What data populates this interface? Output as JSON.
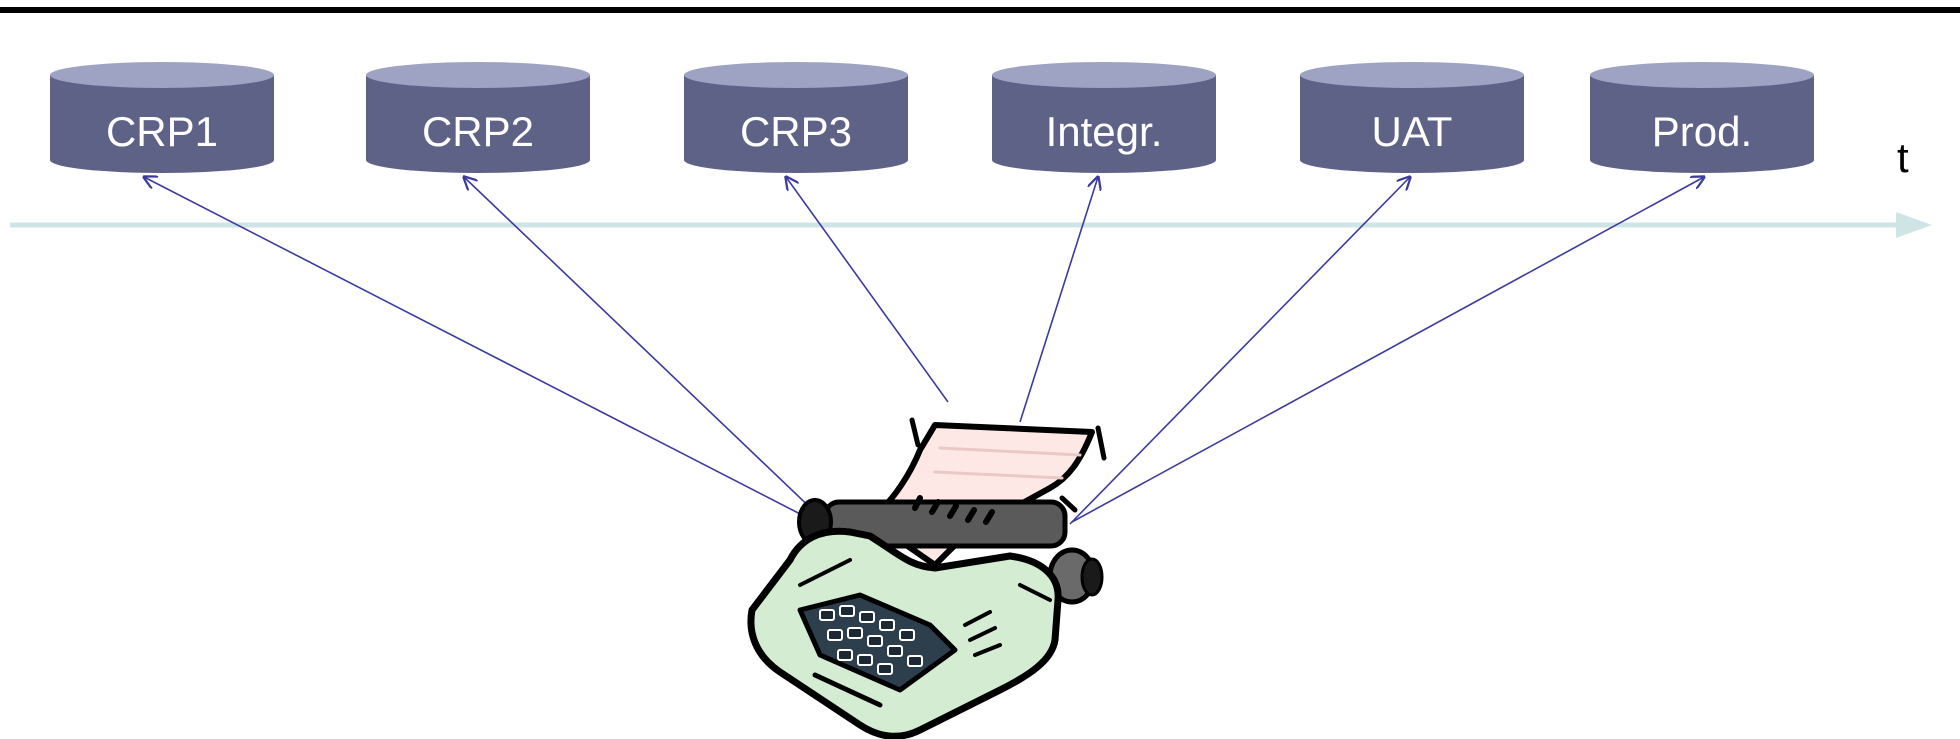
{
  "environments": [
    {
      "label": "CRP1"
    },
    {
      "label": "CRP2"
    },
    {
      "label": "CRP3"
    },
    {
      "label": "Integr."
    },
    {
      "label": "UAT"
    },
    {
      "label": "Prod."
    }
  ],
  "axis": {
    "label": "t"
  },
  "colors": {
    "cylinder_body": "#5e6287",
    "cylinder_top": "#9ea2c3",
    "arrow_line": "#3d3a9e",
    "timeline": "#cfe4e4",
    "top_rule": "#000000",
    "typewriter_body": "#d3ecd2",
    "paper": "#fde8e6"
  },
  "icons": {
    "source": "typewriter-icon"
  }
}
